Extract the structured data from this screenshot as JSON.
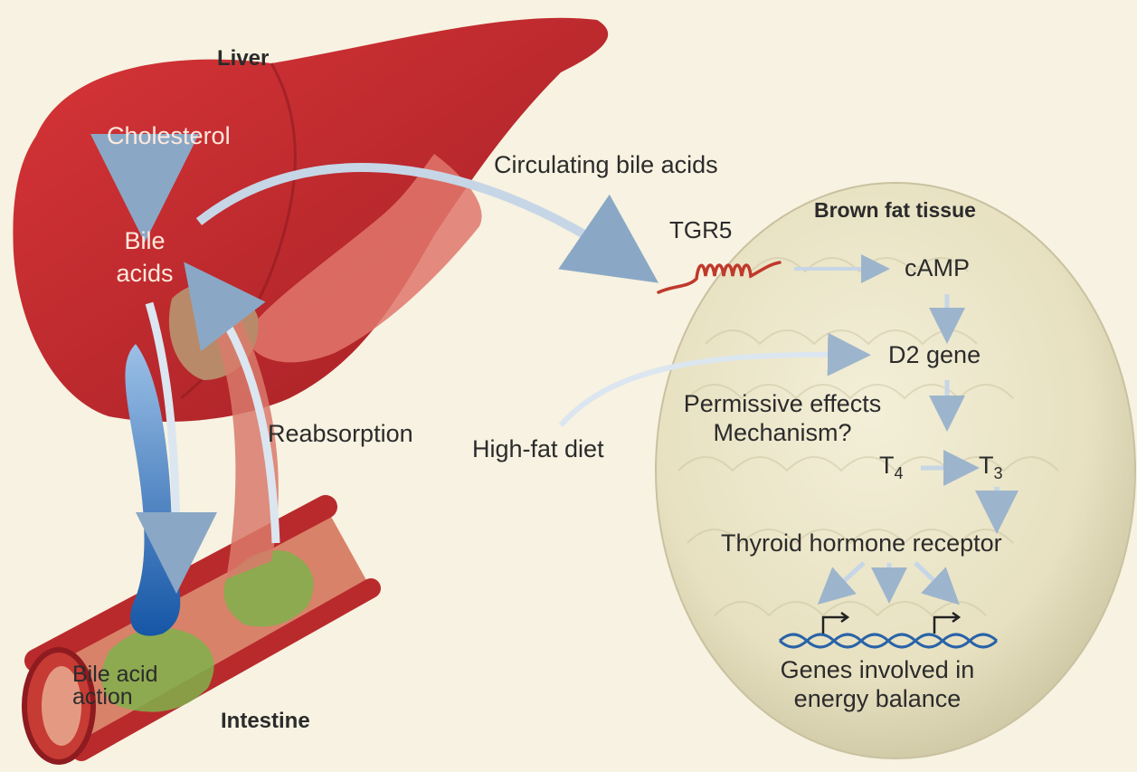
{
  "labels": {
    "liver": "Liver",
    "cholesterol": "Cholesterol",
    "bile_acids_line1": "Bile",
    "bile_acids_line2": "acids",
    "circulating": "Circulating bile acids",
    "brown_fat": "Brown fat tissue",
    "tgr5": "TGR5",
    "camp": "cAMP",
    "d2_gene": "D2 gene",
    "permissive_line1": "Permissive effects",
    "permissive_line2": "Mechanism?",
    "high_fat_diet": "High-fat diet",
    "reabsorption": "Reabsorption",
    "t4_letter": "T",
    "t4_sub": "4",
    "t3_letter": "T",
    "t3_sub": "3",
    "thyroid_receptor": "Thyroid hormone receptor",
    "genes_line1": "Genes involved in",
    "genes_line2": "energy balance",
    "bile_action_line1": "Bile acid",
    "bile_action_line2": "action",
    "intestine": "Intestine"
  },
  "colors": {
    "background": "#f7f2e1",
    "liver": "#c72a2e",
    "liver_shadow": "#8e1b1f",
    "gallbladder": "#b98a6a",
    "arrow_fill": "#c6d6e6",
    "arrow_stroke": "#6f8fae",
    "bile_blue": "#1f66b8",
    "intestine_outer": "#b92a2c",
    "intestine_inner": "#d9826a",
    "intestine_green": "#7fb24b",
    "fat_cell": "#ebe6c8",
    "tgr5_red": "#c0392b",
    "dna_blue": "#2a63a8"
  }
}
